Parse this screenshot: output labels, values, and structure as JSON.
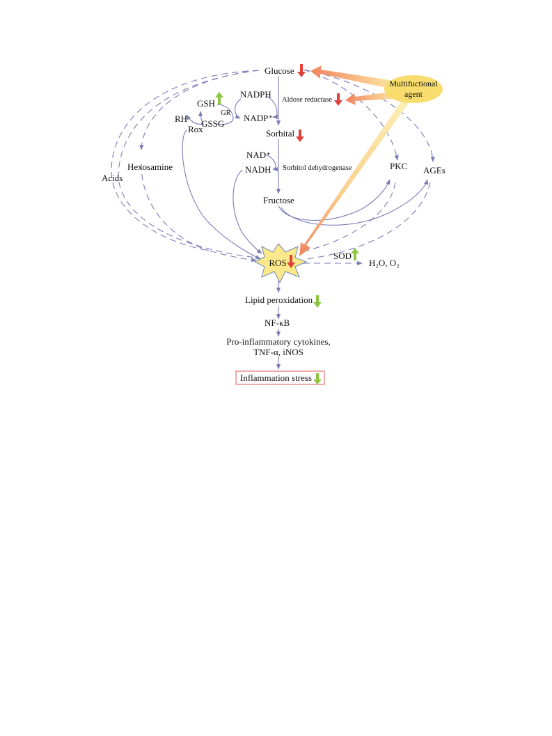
{
  "colors": {
    "pathway": "#7b7bb8",
    "decrease_red": "#e0403a",
    "increase_green": "#8cc63f",
    "agent_fill": "#f8dc6e",
    "ros_fill": "#fbe88a",
    "ros_stroke": "#6a86b8",
    "box_stroke": "#e05a5a",
    "arrow_orange": "#f2956a",
    "arrow_yellow": "#fbe9a6"
  },
  "agent": {
    "line1": "Multifuctional",
    "line2": "agent"
  },
  "nodes": {
    "glucose": "Glucose",
    "nadph": "NADPH",
    "aldose_reductase": "Aldose reductase",
    "nadp": "NADP⁺",
    "gsh": "GSH",
    "gr": "GR",
    "rh": "RH",
    "gssg": "GSSG",
    "rox": "Rox",
    "sorbital": "Sorbital",
    "nad": "NAD⁺",
    "nadh": "NADH",
    "sorbitol_dehydrogenase": "Sorbitol dehydrogenase",
    "hexosamine": "Hexosamine",
    "acids": "Acids",
    "pkc": "PKC",
    "ages": "AGEs",
    "fructose": "Fructose",
    "ros": "ROS",
    "sod": "SOD",
    "h2o_o2": "H₂O, O₂",
    "lipid_peroxidation": "Lipid peroxidation",
    "nfkb": "NF-κB",
    "cytokines_line1": "Pro-inflammatory cytokines,",
    "cytokines_line2": "TNF-α, iNOS",
    "inflammation_stress": "Inflammation stress"
  }
}
